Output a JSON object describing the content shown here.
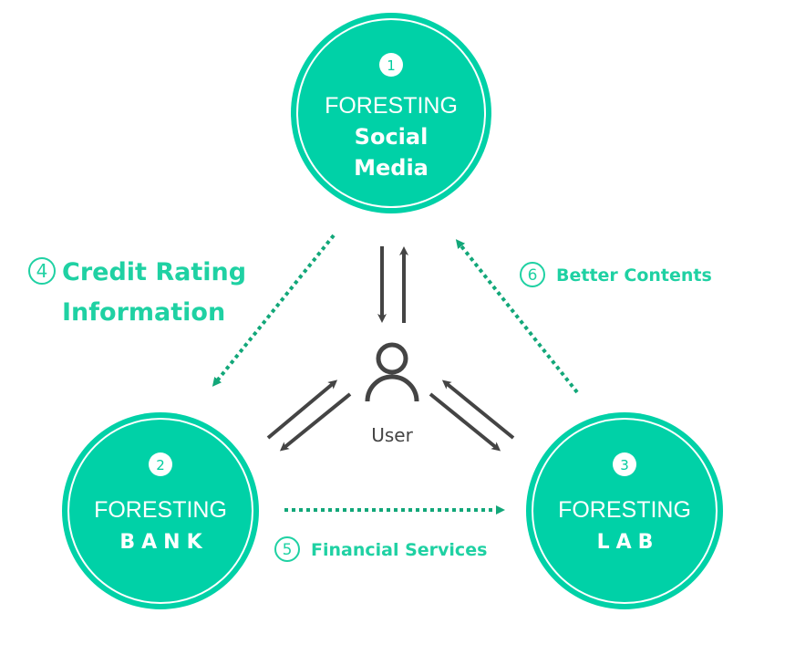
{
  "colors": {
    "node_fill": "#00d1a7",
    "node_ring": "#ffffff",
    "label_text": "#1fd1a3",
    "dotted_arrow": "#12a779",
    "user_arrows": "#444444"
  },
  "nodes": [
    {
      "number": "1",
      "line1": "FORESTING",
      "line2": "Social",
      "line3": "Media"
    },
    {
      "number": "2",
      "line1": "FORESTING",
      "line2": "BANK"
    },
    {
      "number": "3",
      "line1": "FORESTING",
      "line2": "LAB"
    }
  ],
  "user": {
    "icon": "user-icon",
    "label": "User"
  },
  "flows": [
    {
      "number": "4",
      "line1": "Credit Rating",
      "line2": "Information",
      "from": "FORESTING Social Media",
      "to": "FORESTING BANK"
    },
    {
      "number": "5",
      "label": "Financial Services",
      "from": "FORESTING BANK",
      "to": "FORESTING LAB"
    },
    {
      "number": "6",
      "label": "Better Contents",
      "from": "FORESTING LAB",
      "to": "FORESTING Social Media"
    }
  ]
}
